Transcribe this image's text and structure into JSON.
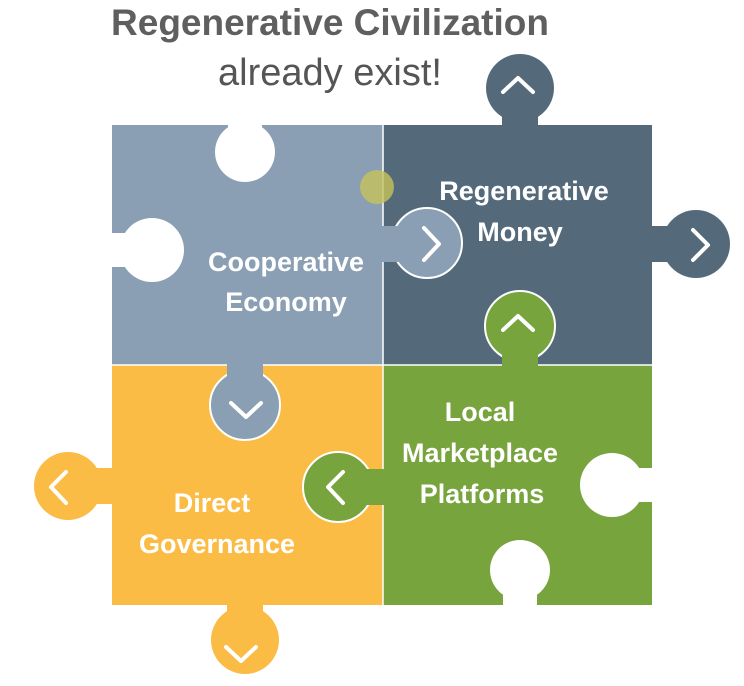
{
  "title": "Regenerative Civilization",
  "subtitle": "already exist!",
  "colors": {
    "cooperative": "#8a9fb3",
    "money": "#546a7b",
    "governance": "#fbbc45",
    "marketplace": "#77a43c",
    "highlight": "#c5c25a"
  },
  "pieces": {
    "cooperative": {
      "line1": "Cooperative",
      "line2": "Economy"
    },
    "money": {
      "line1": "Regenerative",
      "line2": "Money"
    },
    "governance": {
      "line1": "Direct",
      "line2": "Governance"
    },
    "marketplace": {
      "line1": "Local",
      "line2": "Marketplace",
      "line3": "Platforms"
    }
  }
}
